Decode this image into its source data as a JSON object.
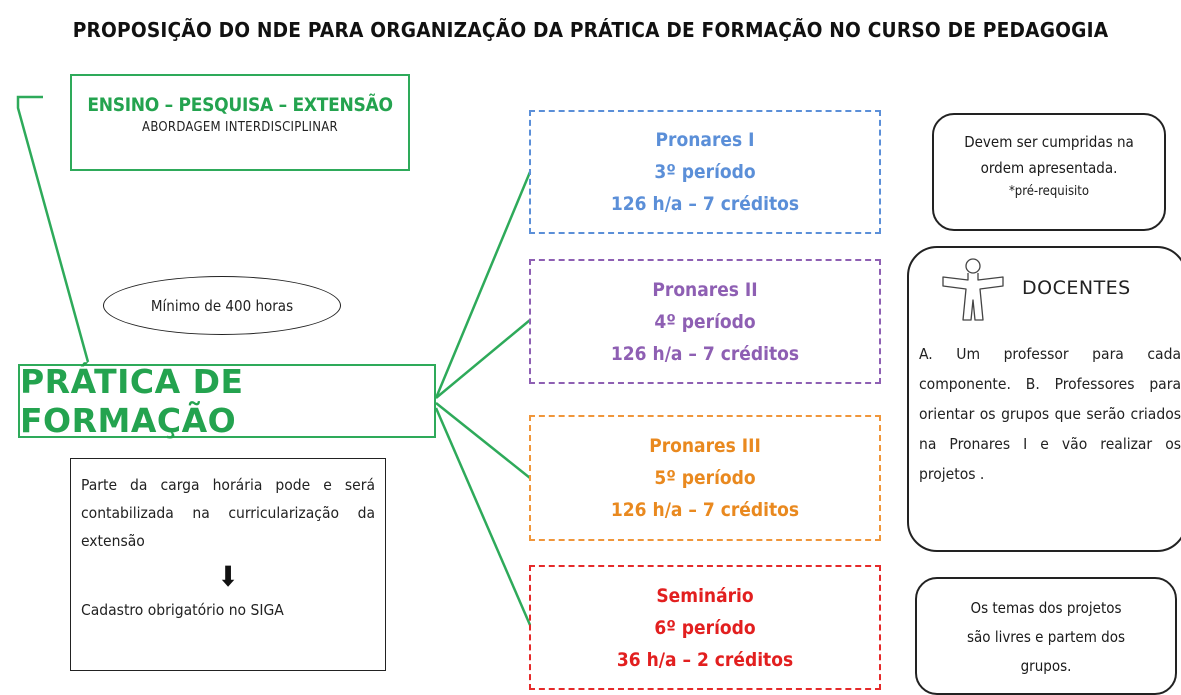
{
  "title": "PROPOSIÇÃO DO NDE PARA ORGANIZAÇÃO DA PRÁTICA DE FORMAÇÃO NO CURSO DE PEDAGOGIA",
  "ensino": {
    "title": "ENSINO – PESQUISA – EXTENSÃO",
    "subtitle": "ABORDAGEM INTERDISCIPLINAR"
  },
  "minimo": "Mínimo de 400 horas",
  "pratica": "PRÁTICA DE FORMAÇÃO",
  "parte": {
    "text": "Parte da carga horária pode e será contabilizada na curricularização da extensão",
    "arrow": "⬇",
    "cadastro": "Cadastro obrigatório no SIGA"
  },
  "components": [
    {
      "name": "Pronares I",
      "periodo": "3º período",
      "carga": "126 h/a – 7 créditos",
      "color": "#5b8fd8"
    },
    {
      "name": "Pronares II",
      "periodo": "4º período",
      "carga": "126 h/a – 7 créditos",
      "color": "#8e5fb3"
    },
    {
      "name": "Pronares III",
      "periodo": "5º período",
      "carga": "126 h/a – 7 créditos",
      "color": "#e9891f"
    },
    {
      "name": "Seminário",
      "periodo": "6º período",
      "carga": "36 h/a – 2 créditos",
      "color": "#e21f1f"
    }
  ],
  "devem": {
    "line1": "Devem ser cumpridas na",
    "line2": "ordem apresentada.",
    "line3": "*pré-requisito"
  },
  "docentes": {
    "icon": "person-icon",
    "title": "DOCENTES",
    "text": "A. Um professor para cada componente. B. Professores para orientar os grupos que serão criados na Pronares I e vão realizar os projetos ."
  },
  "temas": {
    "line1": "Os temas dos projetos",
    "line2": "são livres e partem dos",
    "line3": "grupos."
  },
  "colors": {
    "green": "#24a34f",
    "line": "#2eaa5a"
  }
}
